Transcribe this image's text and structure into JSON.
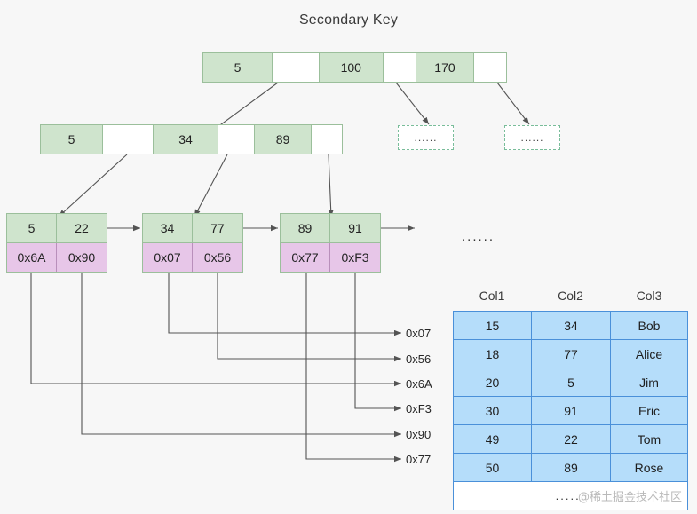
{
  "title": "Secondary Key",
  "colors": {
    "background": "#f7f7f7",
    "key_cell": "#cfe4cd",
    "pointer_cell": "#ffffff",
    "address_cell": "#e7c6e8",
    "node_border": "#9bbf9b",
    "table_fill": "#b5ddfa",
    "table_border": "#4a90d9",
    "dashed_border": "#79bd9a",
    "wire": "#545454"
  },
  "tree": {
    "root": {
      "cells": [
        {
          "text": "5",
          "type": "key"
        },
        {
          "text": "",
          "type": "ptr"
        },
        {
          "text": "100",
          "type": "key"
        },
        {
          "text": "",
          "type": "ptr"
        },
        {
          "text": "170",
          "type": "key"
        },
        {
          "text": "",
          "type": "ptr"
        }
      ]
    },
    "internal": {
      "cells": [
        {
          "text": "5",
          "type": "key"
        },
        {
          "text": "",
          "type": "ptr"
        },
        {
          "text": "34",
          "type": "key"
        },
        {
          "text": "",
          "type": "ptr"
        },
        {
          "text": "89",
          "type": "key"
        },
        {
          "text": "",
          "type": "ptr"
        }
      ]
    },
    "leaves": [
      {
        "keys": [
          "5",
          "22"
        ],
        "addresses": [
          "0x6A",
          "0x90"
        ]
      },
      {
        "keys": [
          "34",
          "77"
        ],
        "addresses": [
          "0x07",
          "0x56"
        ]
      },
      {
        "keys": [
          "89",
          "91"
        ],
        "addresses": [
          "0x77",
          "0xF3"
        ]
      }
    ],
    "placeholders": [
      {
        "text": "......"
      },
      {
        "text": "......"
      }
    ],
    "leaf_chain_ellipsis": "......"
  },
  "address_labels": [
    {
      "text": "0x07"
    },
    {
      "text": "0x56"
    },
    {
      "text": "0x6A"
    },
    {
      "text": "0xF3"
    },
    {
      "text": "0x90"
    },
    {
      "text": "0x77"
    }
  ],
  "table": {
    "headers": [
      "Col1",
      "Col2",
      "Col3"
    ],
    "rows": [
      [
        "15",
        "34",
        "Bob"
      ],
      [
        "18",
        "77",
        "Alice"
      ],
      [
        "20",
        "5",
        "Jim"
      ],
      [
        "30",
        "91",
        "Eric"
      ],
      [
        "49",
        "22",
        "Tom"
      ],
      [
        "50",
        "89",
        "Rose"
      ]
    ],
    "footer_ellipsis": "......",
    "watermark": "@稀土掘金技术社区"
  }
}
